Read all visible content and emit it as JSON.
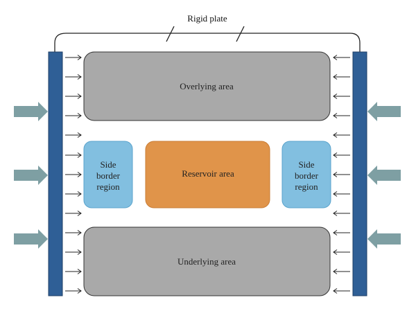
{
  "labels": {
    "rigid_plate": "Rigid plate",
    "overlying": "Overlying area",
    "reservoir": "Reservoir area",
    "underlying": "Underlying area",
    "side_border_line1": "Side",
    "side_border_line2": "border",
    "side_border_line3": "region"
  },
  "colors": {
    "plate": "#2f5f96",
    "plate_border": "#1f3f66",
    "gray_region": "#a9a9a9",
    "reservoir": "#e0944a",
    "side_region": "#82bfe0",
    "big_arrow": "#7e9fa3",
    "line": "#222222"
  },
  "icons": {
    "small_arrow": "arrow-right-thin",
    "big_arrow": "arrow-right-block"
  }
}
